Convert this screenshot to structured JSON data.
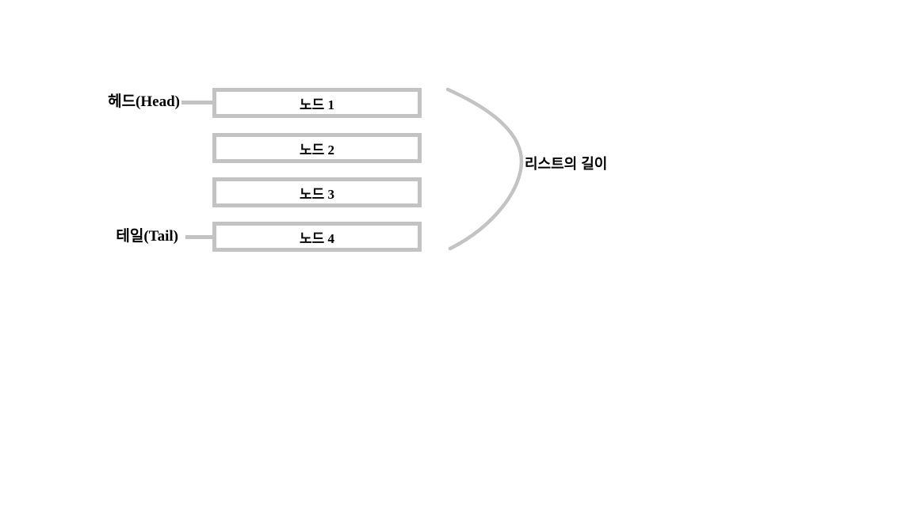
{
  "diagram": {
    "title_semantics": "linked-list head tail diagram",
    "head_label": "헤드(Head)",
    "tail_label": "테일(Tail)",
    "nodes": [
      {
        "label": "노드 1"
      },
      {
        "label": "노드 2"
      },
      {
        "label": "노드 3"
      },
      {
        "label": "노드 4"
      }
    ],
    "length_label": "리스트의 길이",
    "colors": {
      "line_gray": "#c3c3c3",
      "text_black": "#000000",
      "box_fill": "#ffffff",
      "background": "#ffffff"
    }
  }
}
